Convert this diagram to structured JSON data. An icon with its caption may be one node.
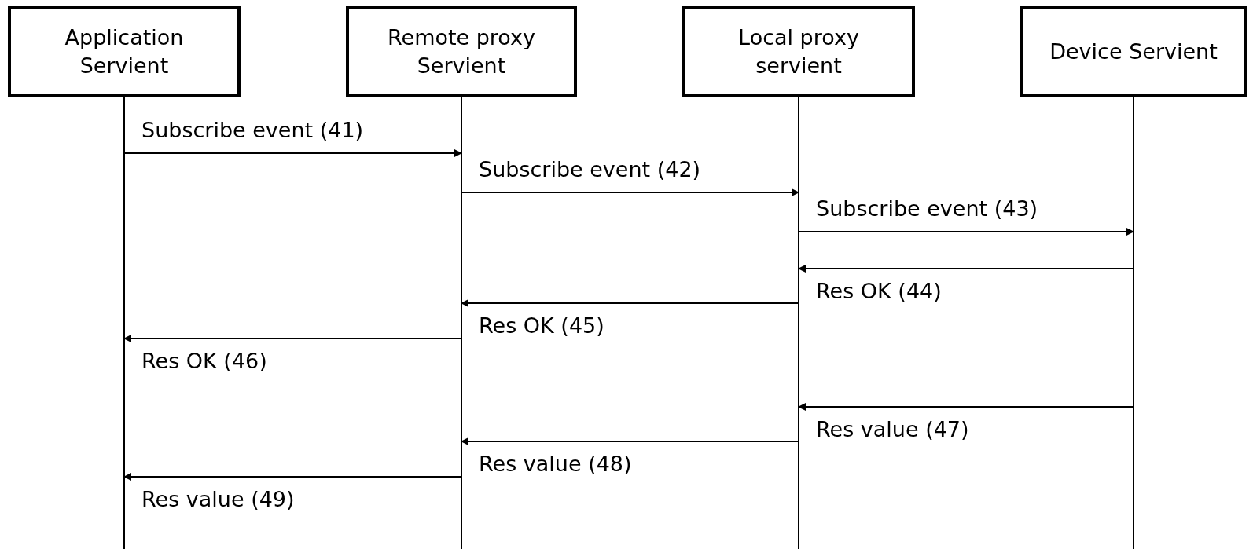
{
  "diagram": {
    "nodes": [
      {
        "text": [
          "Application Servient"
        ]
      },
      {
        "text": [
          "Remote proxy Servient"
        ]
      },
      {
        "text": [
          "Local proxy servient"
        ]
      },
      {
        "text": [
          "Device Servient"
        ]
      }
    ],
    "edges": [
      {
        "from": 0,
        "to": 1,
        "arrow": "to",
        "label": "Subscribe event (41)"
      },
      {
        "from": 1,
        "to": 2,
        "arrow": "to",
        "label": "Subscribe event (42)"
      },
      {
        "from": 2,
        "to": 3,
        "arrow": "to",
        "label": "Subscribe event (43)"
      },
      {
        "from": 3,
        "to": 2,
        "arrow": "to",
        "label": "Res OK (44)"
      },
      {
        "from": 2,
        "to": 1,
        "arrow": "to",
        "label": "Res OK (45)"
      },
      {
        "from": 1,
        "to": 0,
        "arrow": "to",
        "label": "Res OK (46)"
      },
      {
        "from": 3,
        "to": 2,
        "arrow": "to",
        "label": "Res value (47)"
      },
      {
        "from": 2,
        "to": 1,
        "arrow": "to",
        "label": "Res value (48)"
      },
      {
        "from": 1,
        "to": 0,
        "arrow": "to",
        "label": "Res value (49)"
      }
    ]
  }
}
